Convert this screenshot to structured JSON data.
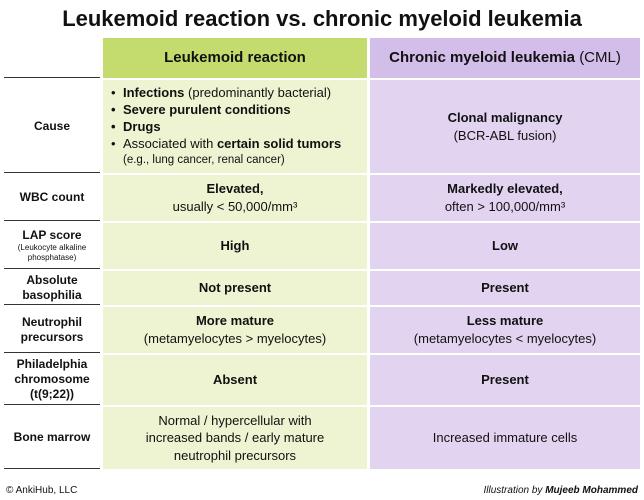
{
  "title": "Leukemoid reaction vs. chronic myeloid leukemia",
  "header": {
    "lr": "Leukemoid reaction",
    "cml_main": "Chronic myeloid leukemia",
    "cml_abbr": "(CML)"
  },
  "cause": {
    "label": "Cause",
    "lr": {
      "item1_bold": "Infections",
      "item1_rest": "(predominantly bacterial)",
      "item2": "Severe purulent conditions",
      "item3": "Drugs",
      "item4_pre": "Associated with",
      "item4_bold": "certain solid tumors",
      "item4_sub": "(e.g., lung cancer, renal cancer)"
    },
    "cml_line1": "Clonal malignancy",
    "cml_line2": "(BCR-ABL fusion)"
  },
  "wbc": {
    "label": "WBC count",
    "lr_line1": "Elevated,",
    "lr_line2": "usually < 50,000/mm³",
    "cml_line1": "Markedly elevated,",
    "cml_line2": "often > 100,000/mm³"
  },
  "lap": {
    "label": "LAP score",
    "label_sub": "(Leukocyte alkaline phosphatase)",
    "lr": "High",
    "cml": "Low"
  },
  "baso": {
    "label": "Absolute basophilia",
    "lr": "Not present",
    "cml": "Present"
  },
  "neutro": {
    "label": "Neutrophil precursors",
    "lr_line1": "More mature",
    "lr_line2": "(metamyelocytes > myelocytes)",
    "cml_line1": "Less mature",
    "cml_line2": "(metamyelocytes < myelocytes)"
  },
  "phil": {
    "label": "Philadelphia chromosome (t(9;22))",
    "lr": "Absent",
    "cml": "Present"
  },
  "marrow": {
    "label": "Bone marrow",
    "lr_line1": "Normal / hypercellular with",
    "lr_line2": "increased bands / early mature",
    "lr_line3": "neutrophil precursors",
    "cml": "Increased immature cells"
  },
  "footer": {
    "copyright": "© AnkiHub, LLC",
    "illustration_pre": "Illustration by",
    "illustration_name": "Mujeeb Mohammed"
  }
}
